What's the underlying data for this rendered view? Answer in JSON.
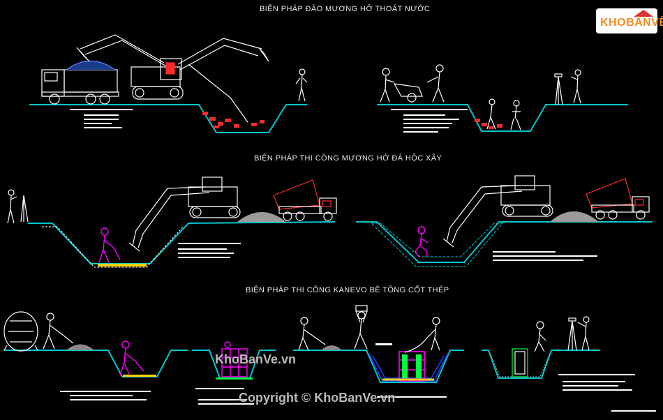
{
  "titles": {
    "section1": "BIỆN PHÁP ĐÀO MƯƠNG HỞ THOÁT NƯỚC",
    "section2": "BIỆN PHÁP THI CÔNG MƯƠNG HỞ ĐÁ HỘC XÂY",
    "section3": "BIỆN PHÁP THI CÔNG KANEVO BÊ TÔNG CỐT THÉP"
  },
  "logo": {
    "kho": "KHO",
    "ban": "BẢN",
    "ve": "VẼ"
  },
  "watermark": {
    "site": "KhoBanVe.vn",
    "copyright": "Copyright © KhoBanVe.vn"
  },
  "colors": {
    "ground": "#00c8d0",
    "lines": "#ffffff",
    "rubble": "#ff2a2a",
    "worker": "#ff00ff",
    "note_green": "#00ff40",
    "steel_blue": "#2040ff",
    "bed_yellow": "#ffd000",
    "logo_orange": "#f28c1e"
  }
}
